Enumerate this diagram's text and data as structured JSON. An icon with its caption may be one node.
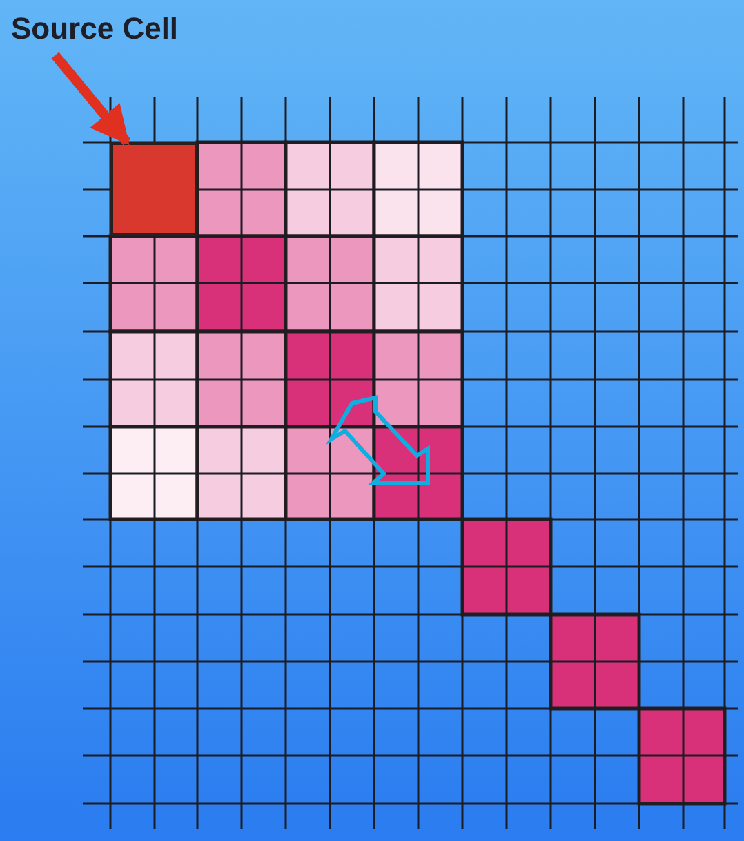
{
  "diagram": {
    "nodes": [
      {
        "text": [
          "Source Cell"
        ]
      },
      {
        "text": [],
        "shape": "box"
      }
    ],
    "edges": [
      {
        "from": 0,
        "to": 1,
        "arrow": "to"
      }
    ]
  }
}
